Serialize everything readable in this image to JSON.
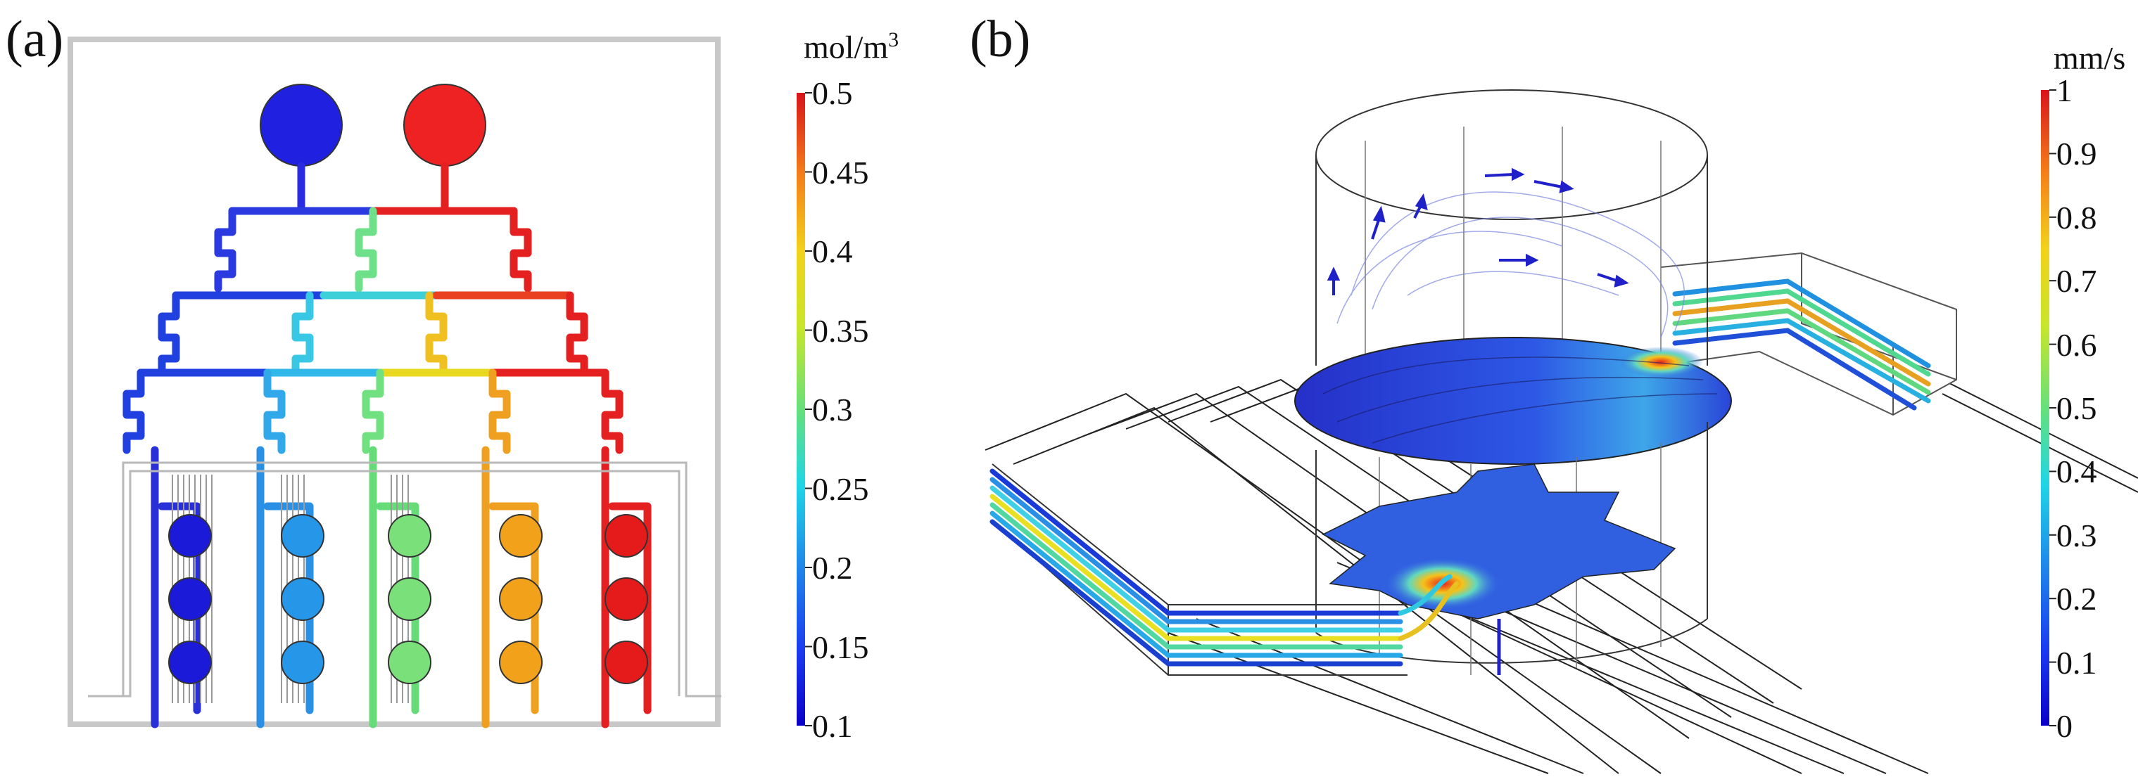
{
  "panel_a": {
    "label": "(a)",
    "colorbar": {
      "unit": "mol/m",
      "unit_exponent": "3",
      "ticks": [
        "0.5",
        "0.45",
        "0.4",
        "0.35",
        "0.3",
        "0.25",
        "0.2",
        "0.15",
        "0.1"
      ],
      "min": 0.1,
      "max": 0.5
    },
    "inlet_concentrations": [
      0.1,
      0.5
    ],
    "outlet_concentrations": [
      0.1,
      0.2,
      0.3,
      0.4,
      0.5
    ]
  },
  "panel_b": {
    "label": "(b)",
    "colorbar": {
      "unit": "mm/s",
      "ticks": [
        "1",
        "0.9",
        "0.8",
        "0.7",
        "0.6",
        "0.5",
        "0.4",
        "0.3",
        "0.2",
        "0.1",
        "0"
      ],
      "min": 0,
      "max": 1
    }
  },
  "colors": {
    "c0": "#1b16d6",
    "c1": "#1f7fe6",
    "c2": "#1fd7e0",
    "c3": "#62e07a",
    "c4": "#ece21e",
    "c5": "#f4a21a",
    "c6": "#e52020"
  }
}
